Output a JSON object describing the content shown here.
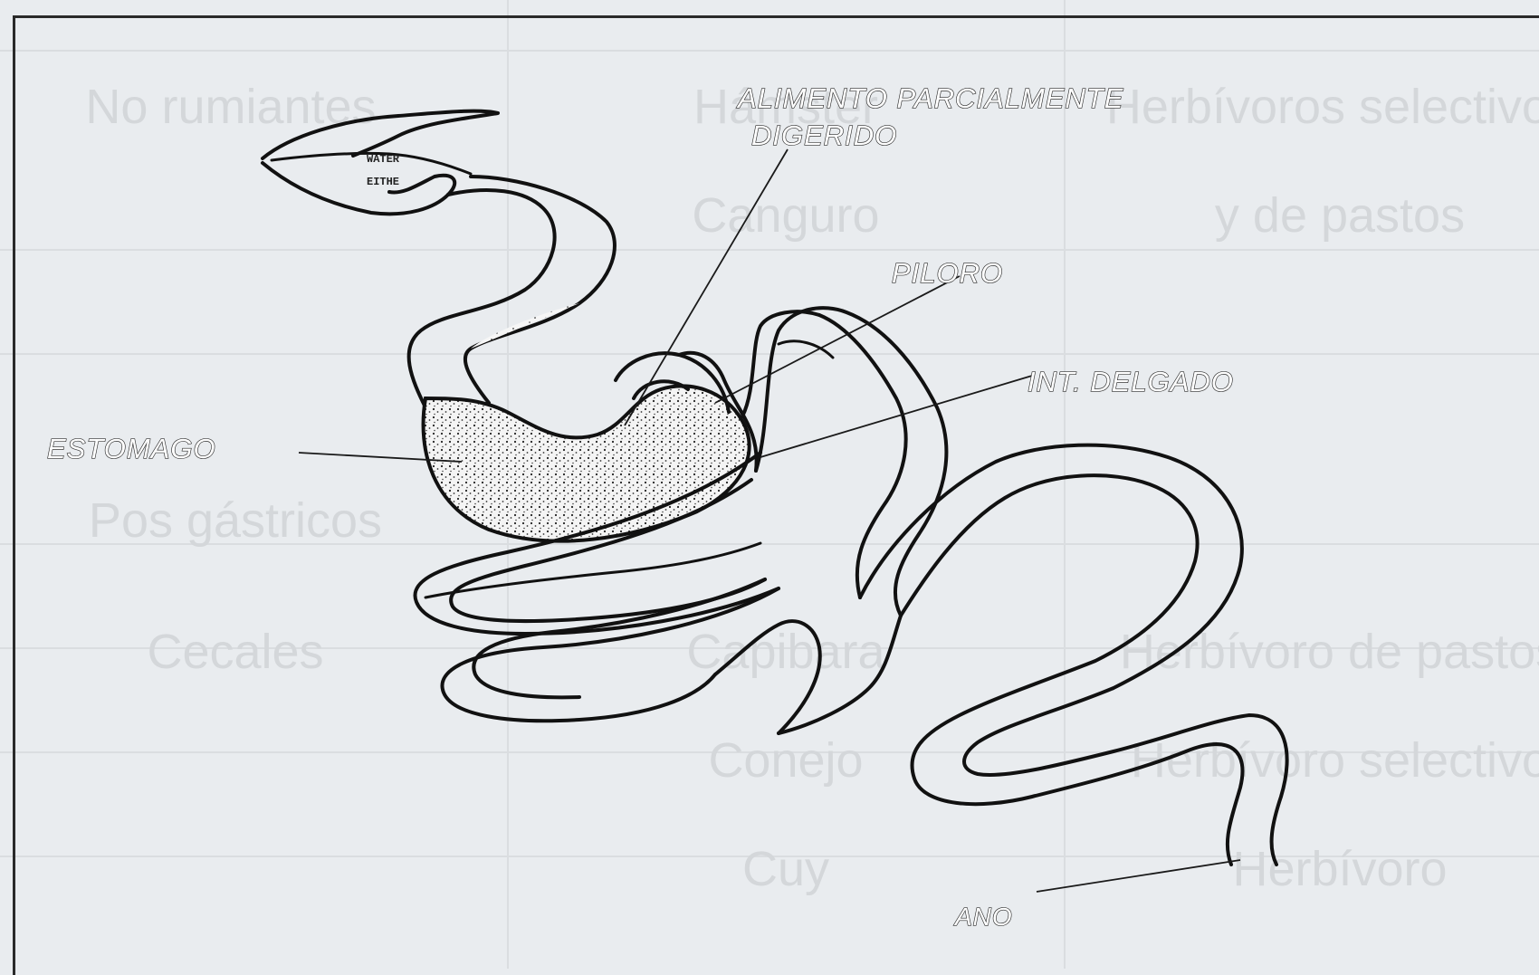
{
  "labels": {
    "alimento_line1": "ALIMENTO PARCIALMENTE",
    "alimento_line2": "DIGERIDO",
    "piloro": "PILORO",
    "int_delgado": "INT. DELGADO",
    "estomago": "ESTOMAGO",
    "ano": "ANO"
  },
  "ghost_table": {
    "cells": [
      "No rumiantes",
      "Hámster",
      "Herbívoros selectivos",
      "Canguro",
      "y de pastos",
      "Pos gástricos",
      "Cecales",
      "Capibara",
      "Herbívoro de pastos",
      "Conejo",
      "Herbívoro selectivo",
      "Cuy",
      "Herbívoro"
    ]
  },
  "colors": {
    "background": "#e9ecef",
    "ink": "#111111",
    "ghost_text": "#d4d7da"
  }
}
